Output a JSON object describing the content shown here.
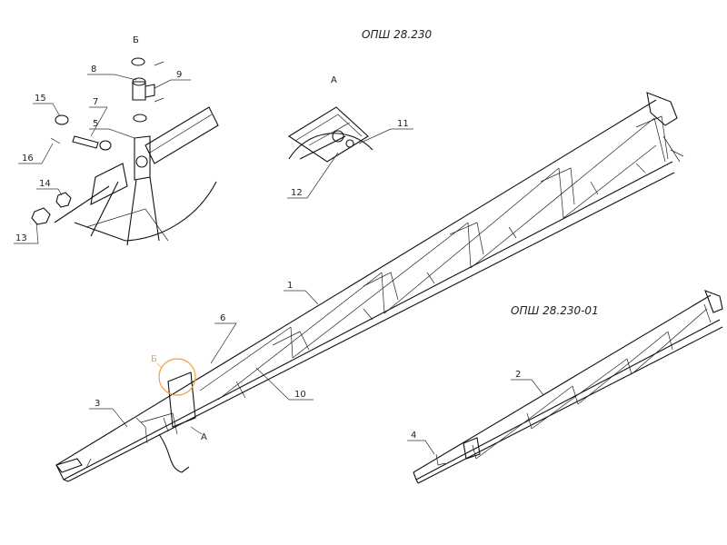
{
  "titles": {
    "main": "ОПШ 28.230",
    "variant": "ОПШ 28.230-01"
  },
  "views": {
    "b": "Б",
    "a": "А",
    "b_marker": "Б",
    "a_marker": "А"
  },
  "callouts": {
    "c1": "1",
    "c2": "2",
    "c3": "3",
    "c4": "4",
    "c5": "5",
    "c6": "6",
    "c7": "7",
    "c8": "8",
    "c9": "9",
    "c10": "10",
    "c11": "11",
    "c12": "12",
    "c13": "13",
    "c14": "14",
    "c15": "15",
    "c16": "16"
  },
  "colors": {
    "line": "#111111",
    "highlight": "#f0a040"
  }
}
